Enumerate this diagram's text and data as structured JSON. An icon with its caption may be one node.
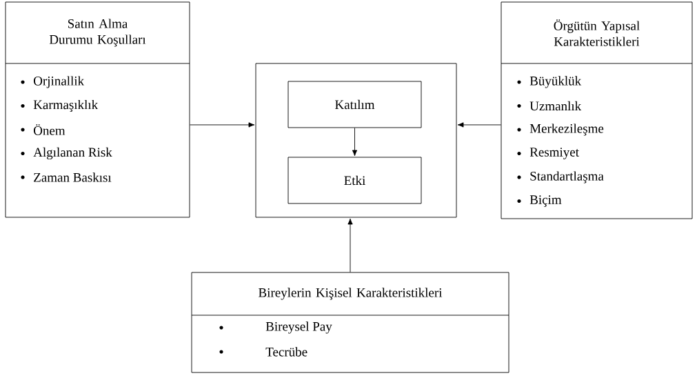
{
  "diagram": {
    "nodes": [
      {
        "text": [
          "Satın Alma Durumu Koşulları",
          "Orjinallik",
          "Karmaşıklık",
          "Önem",
          "Algılanan Risk",
          "Zaman Baskısı"
        ]
      },
      {
        "text": [],
        "shape": "box"
      },
      {
        "text": [
          "Katılım"
        ],
        "in": 1
      },
      {
        "text": [
          "Etki"
        ],
        "in": 1
      },
      {
        "text": [
          "Örgütün Yapısal Karakteristikleri",
          "Büyüklük",
          "Uzmanlık",
          "Merkezileşme",
          "Resmiyet",
          "Standartlaşma",
          "Biçim"
        ]
      },
      {
        "text": [
          "Bireylerin Kişisel Karakteristikleri",
          "Bireysel Pay",
          "Tecrübe"
        ]
      }
    ],
    "edges": [
      {
        "from": 0,
        "to": 1,
        "arrow": "to"
      },
      {
        "from": 4,
        "to": 1,
        "arrow": "to"
      },
      {
        "from": 5,
        "to": 1,
        "arrow": "to"
      },
      {
        "from": 2,
        "to": 3,
        "arrow": "to"
      }
    ]
  }
}
